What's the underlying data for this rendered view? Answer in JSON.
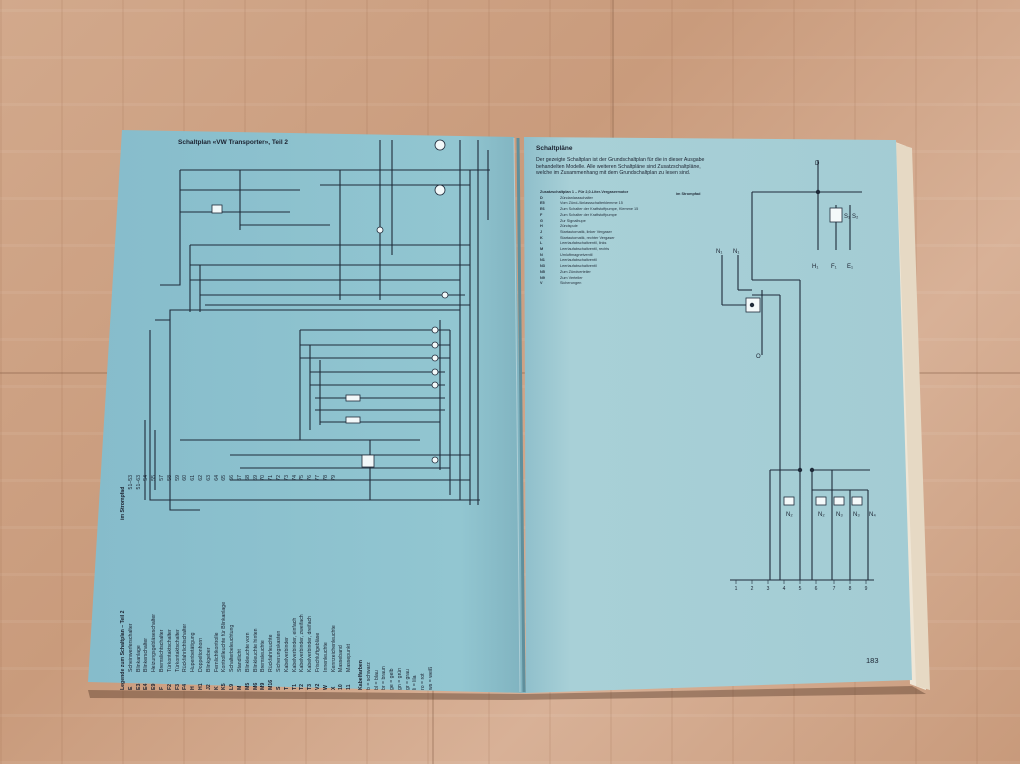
{
  "left_page": {
    "title": "Schaltplan «VW Transporter», Teil 2",
    "legend": {
      "heading": "Legende zum Schaltplan – Teil 2",
      "circuit_heading": "im Strompfad",
      "items": [
        {
          "code": "E",
          "label": "Scheinwerferschalter"
        },
        {
          "code": "E3",
          "label": "Blinkanlage"
        },
        {
          "code": "E4",
          "label": "Blinkerschalter"
        },
        {
          "code": "E9",
          "label": "Heizungsgebläseschalter"
        },
        {
          "code": "F",
          "label": "Bremslichtschalter"
        },
        {
          "code": "F2",
          "label": "Türkontaktschalter"
        },
        {
          "code": "F3",
          "label": "Türkontaktschalter"
        },
        {
          "code": "F4",
          "label": "Rückfahrlichtschalter"
        },
        {
          "code": "H",
          "label": "Hupenbetätigung"
        },
        {
          "code": "H1",
          "label": "Doppeltonhorn"
        },
        {
          "code": "J2",
          "label": "Blinkgeber"
        },
        {
          "code": "K",
          "label": "Fernlichtkontrolle"
        },
        {
          "code": "K5",
          "label": "Kontrollleuchte für Blinkanlage"
        },
        {
          "code": "L9",
          "label": "Schalterbeleuchtung"
        },
        {
          "code": "M",
          "label": "Standlicht"
        },
        {
          "code": "M5",
          "label": "Blinkleuchte vorn"
        },
        {
          "code": "M6",
          "label": "Blinkleuchte hinten"
        },
        {
          "code": "M9",
          "label": "Bremsleuchte"
        },
        {
          "code": "M16",
          "label": "Rückfahrleuchte"
        },
        {
          "code": "S",
          "label": "Sicherungskasten"
        },
        {
          "code": "T",
          "label": "Kabelverbinder"
        },
        {
          "code": "T1",
          "label": "Kabelverbinder, einfach"
        },
        {
          "code": "T2",
          "label": "Kabelverbinder, zweifach"
        },
        {
          "code": "T3",
          "label": "Kabelverbinder, dreifach"
        },
        {
          "code": "V2",
          "label": "Frischluftgebläse"
        },
        {
          "code": "W",
          "label": "Innenleuchte"
        },
        {
          "code": "X",
          "label": "Kennzeichenleuchte"
        },
        {
          "code": "10",
          "label": "Masseband"
        },
        {
          "code": "11",
          "label": "Massepunkt"
        }
      ],
      "circuits": [
        "51–53",
        "51–63",
        "54",
        "55",
        "57",
        "58",
        "59",
        "60",
        "61",
        "62",
        "63",
        "64",
        "65",
        "66",
        "67",
        "68",
        "69",
        "70",
        "71",
        "72",
        "73",
        "74",
        "75",
        "76",
        "77",
        "78",
        "79"
      ],
      "colors_heading": "Kabelfarben",
      "colors": [
        "b = schwarz",
        "bl = blau",
        "br = braun",
        "ge = gelb",
        "gn = grün",
        "gr = grau",
        "li = lila",
        "ro = rot",
        "ws = weiß"
      ]
    }
  },
  "right_page": {
    "title": "Schaltpläne",
    "intro": "Der gezeigte Schaltplan ist der Grundschaltplan für die in dieser Ausgabe behandelten Modelle. Alle weiteren Schaltpläne sind Zusatzschaltpläne, welche im Zusammenhang mit dem Grundschaltplan zu lesen sind.",
    "legend": {
      "heading": "Zusatzschaltplan 1 – Für 2,0-Liter-Vergasermotor",
      "circuit_heading": "im Strompfad",
      "items": [
        {
          "code": "D",
          "label": "Zündanlassschalter"
        },
        {
          "code": "E5",
          "label": "Vom Zünd-/Anlassschalterklemme 15"
        },
        {
          "code": "E6",
          "label": "Zum Schalter der Kraftstoffpumpe, Klemme 15"
        },
        {
          "code": "F",
          "label": "Zum Schalter der Kraftstoffpumpe"
        },
        {
          "code": "G",
          "label": "Zur Signalhupe"
        },
        {
          "code": "H",
          "label": "Zündspule"
        },
        {
          "code": "J",
          "label": "Startautomatik, linker Vergaser"
        },
        {
          "code": "K",
          "label": "Startautomatik, rechter Vergaser"
        },
        {
          "code": "L",
          "label": "Leerlaufabschaltventil, links"
        },
        {
          "code": "M",
          "label": "Leerlaufabschaltventil, rechts"
        },
        {
          "code": "N",
          "label": "Umluftmagnetventil"
        },
        {
          "code": "N1",
          "label": "Leerlaufabschaltventil"
        },
        {
          "code": "N3",
          "label": "Leerlaufabschaltventil"
        },
        {
          "code": "N5",
          "label": "Zum Zündverteiler"
        },
        {
          "code": "N9",
          "label": "Zum Verteiler"
        },
        {
          "code": "V",
          "label": "Sicherungen"
        }
      ]
    },
    "page_number": "183",
    "axis_numbers": [
      "1",
      "2",
      "3",
      "4",
      "5",
      "6",
      "7",
      "8",
      "9"
    ],
    "component_labels": {
      "top_d": "D",
      "s1": "S₁",
      "s2": "S₂",
      "n1a": "N₁",
      "n1b": "N₁",
      "h1": "H₁",
      "f1": "F₁",
      "e1": "E₁",
      "bottom_o": "O",
      "n2a": "N₂",
      "n2b": "N₂",
      "n3a": "N₃",
      "n3b": "N₃",
      "n4": "N₄"
    }
  },
  "colors": {
    "page_left": "#8ec3cf",
    "page_right": "#a6cfd6",
    "ink": "#1b2230",
    "desk": "#d2a98c"
  }
}
